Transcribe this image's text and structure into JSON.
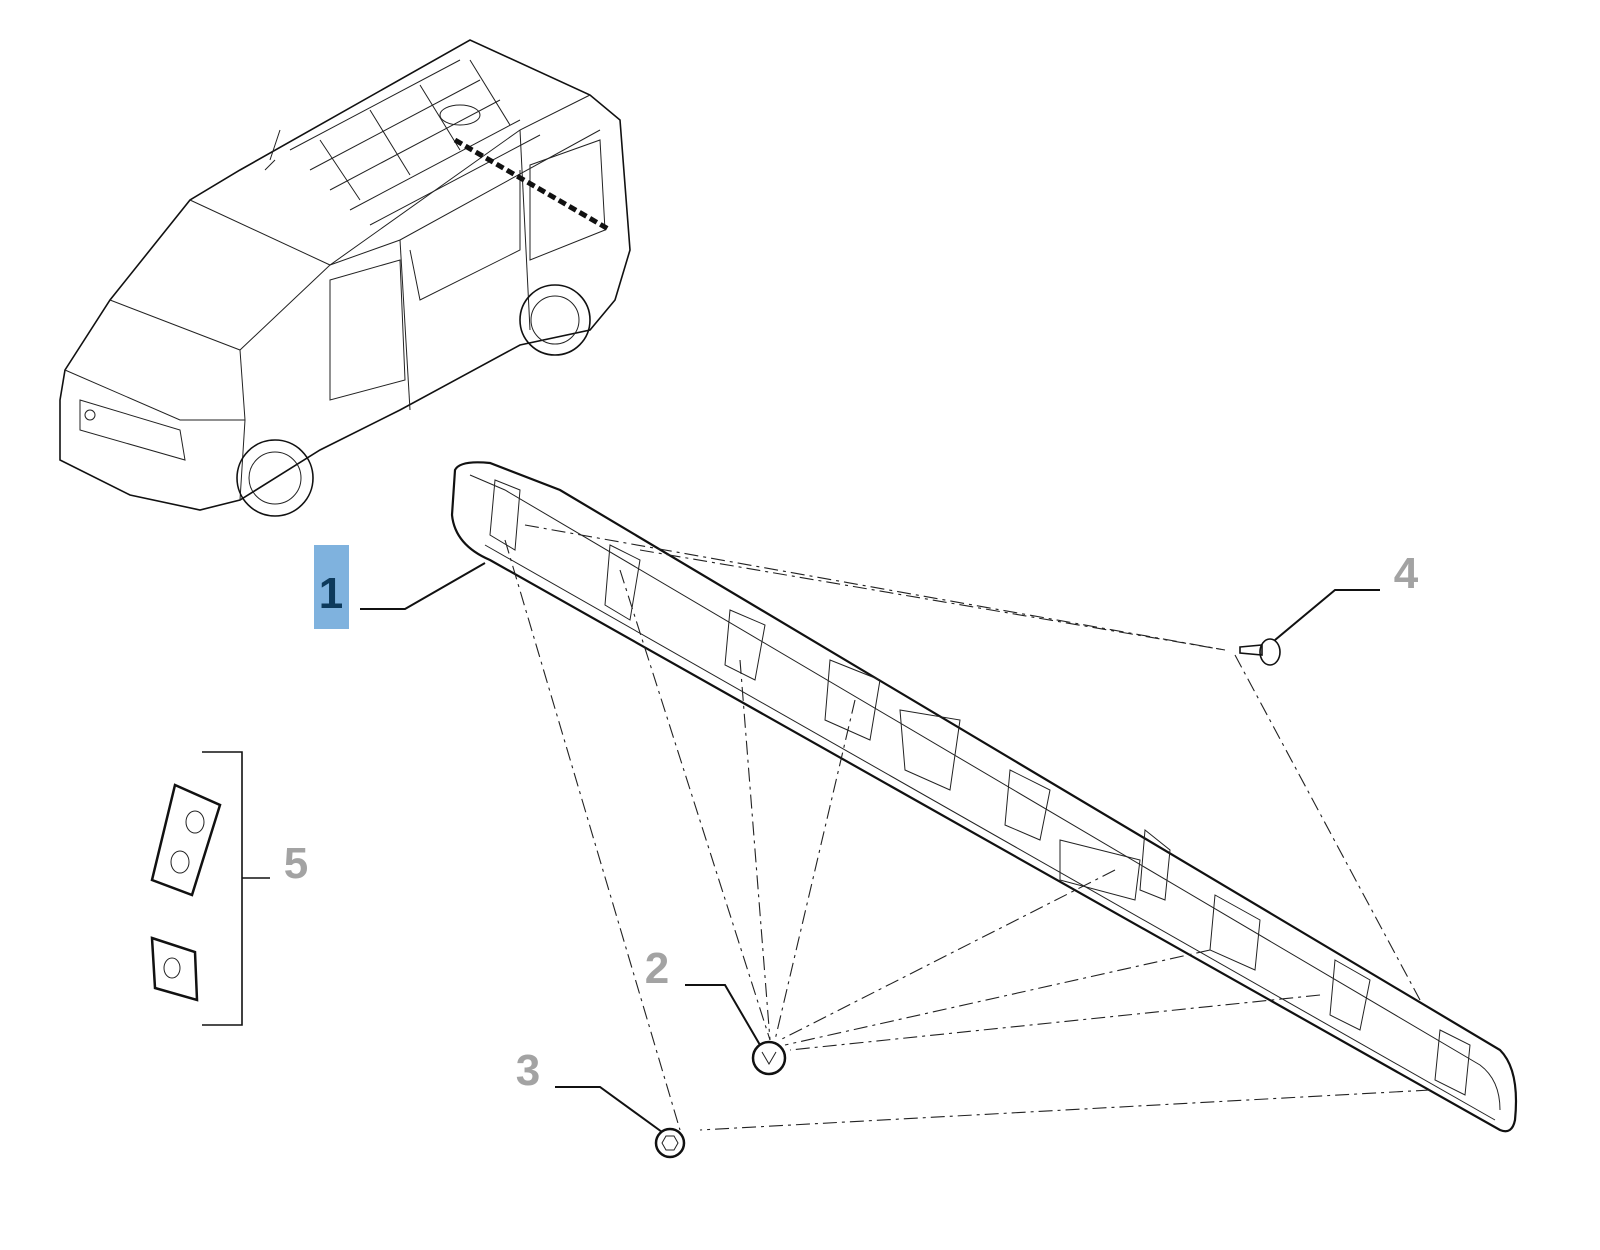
{
  "diagram": {
    "colors": {
      "highlight_bg": "#7fb2de",
      "highlight_text": "#0d3a5c",
      "label_text": "#a3a3a3",
      "line": "#111111"
    },
    "callouts": [
      {
        "id": "1",
        "label": "1",
        "highlighted": true
      },
      {
        "id": "2",
        "label": "2",
        "highlighted": false
      },
      {
        "id": "3",
        "label": "3",
        "highlighted": false
      },
      {
        "id": "4",
        "label": "4",
        "highlighted": false
      },
      {
        "id": "5",
        "label": "5",
        "highlighted": false
      }
    ]
  }
}
